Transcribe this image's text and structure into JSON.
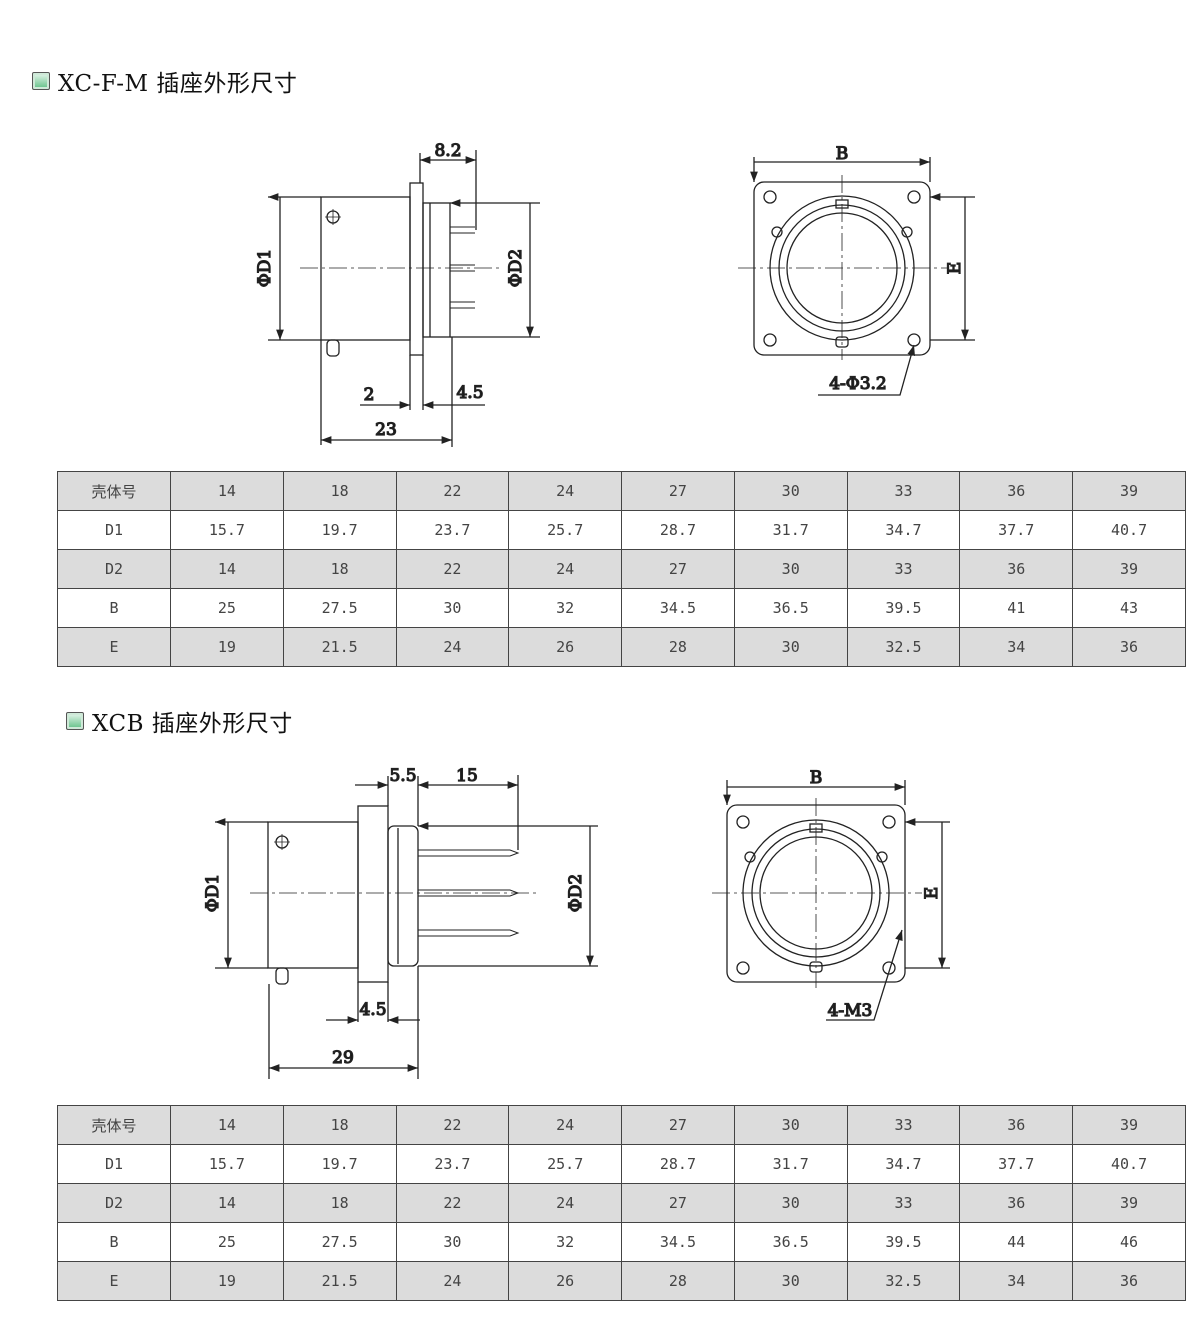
{
  "sections": [
    {
      "title": "XC-F-M 插座外形尺寸",
      "side_labels": {
        "d1": "ΦD1",
        "d2": "ΦD2",
        "top": "8.2",
        "a": "2",
        "b": "4.5",
        "len": "23"
      },
      "front_labels": {
        "b": "B",
        "e": "E",
        "holes": "4-Φ3.2"
      },
      "table": {
        "rows": [
          {
            "label": "壳体号",
            "values": [
              "14",
              "18",
              "22",
              "24",
              "27",
              "30",
              "33",
              "36",
              "39"
            ]
          },
          {
            "label": "D1",
            "values": [
              "15.7",
              "19.7",
              "23.7",
              "25.7",
              "28.7",
              "31.7",
              "34.7",
              "37.7",
              "40.7"
            ]
          },
          {
            "label": "D2",
            "values": [
              "14",
              "18",
              "22",
              "24",
              "27",
              "30",
              "33",
              "36",
              "39"
            ]
          },
          {
            "label": "B",
            "values": [
              "25",
              "27.5",
              "30",
              "32",
              "34.5",
              "36.5",
              "39.5",
              "41",
              "43"
            ]
          },
          {
            "label": "E",
            "values": [
              "19",
              "21.5",
              "24",
              "26",
              "28",
              "30",
              "32.5",
              "34",
              "36"
            ]
          }
        ]
      }
    },
    {
      "title": "XCB 插座外形尺寸",
      "side_labels": {
        "d1": "ΦD1",
        "d2": "ΦD2",
        "top1": "5.5",
        "top2": "15",
        "b": "4.5",
        "len": "29"
      },
      "front_labels": {
        "b": "B",
        "e": "E",
        "holes": "4-M3"
      },
      "table": {
        "rows": [
          {
            "label": "壳体号",
            "values": [
              "14",
              "18",
              "22",
              "24",
              "27",
              "30",
              "33",
              "36",
              "39"
            ]
          },
          {
            "label": "D1",
            "values": [
              "15.7",
              "19.7",
              "23.7",
              "25.7",
              "28.7",
              "31.7",
              "34.7",
              "37.7",
              "40.7"
            ]
          },
          {
            "label": "D2",
            "values": [
              "14",
              "18",
              "22",
              "24",
              "27",
              "30",
              "33",
              "36",
              "39"
            ]
          },
          {
            "label": "B",
            "values": [
              "25",
              "27.5",
              "30",
              "32",
              "34.5",
              "36.5",
              "39.5",
              "44",
              "46"
            ]
          },
          {
            "label": "E",
            "values": [
              "19",
              "21.5",
              "24",
              "26",
              "28",
              "30",
              "32.5",
              "34",
              "36"
            ]
          }
        ]
      }
    }
  ]
}
